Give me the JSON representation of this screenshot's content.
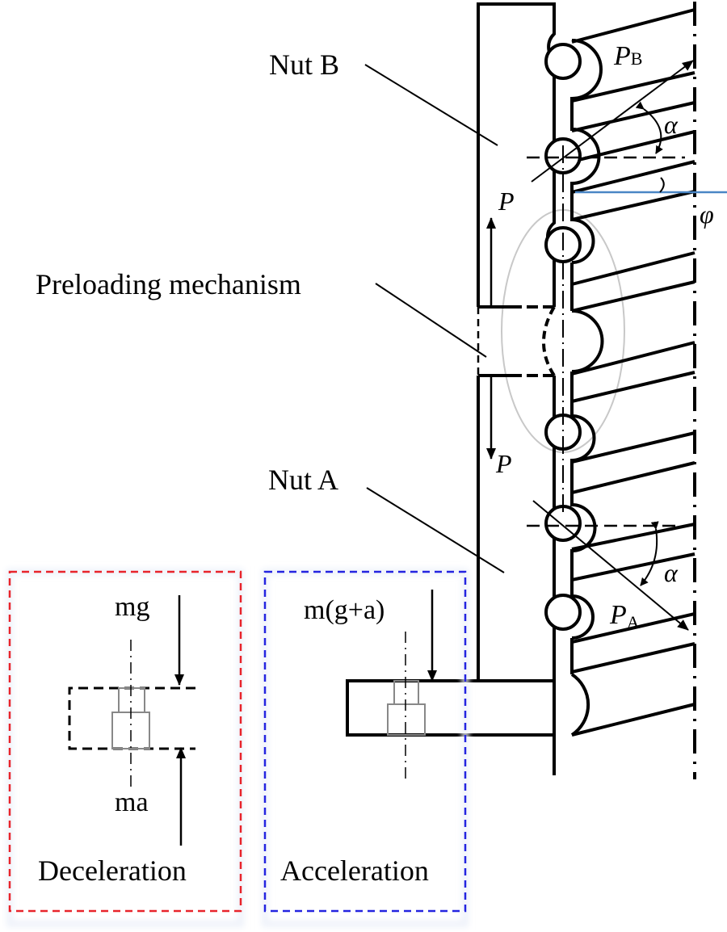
{
  "labels": {
    "nut_b": "Nut B",
    "nut_a": "Nut A",
    "preloading": "Preloading mechanism",
    "force_p_up": "P",
    "force_p_down": "P",
    "p_b_main": "P",
    "p_b_sub": "B",
    "p_a_main": "P",
    "p_a_sub": "A",
    "alpha_top": "α",
    "alpha_bottom": "α",
    "phi": "φ"
  },
  "deceleration_box": {
    "title": "Deceleration",
    "force_top": "mg",
    "force_bottom": "ma",
    "border_color": "#e8242b"
  },
  "acceleration_box": {
    "title": "Acceleration",
    "force_top": "m(g+a)",
    "border_color": "#2424e0"
  },
  "colors": {
    "helix_line": "#4a86c5",
    "highlight_ellipse": "#c8c8c8"
  }
}
